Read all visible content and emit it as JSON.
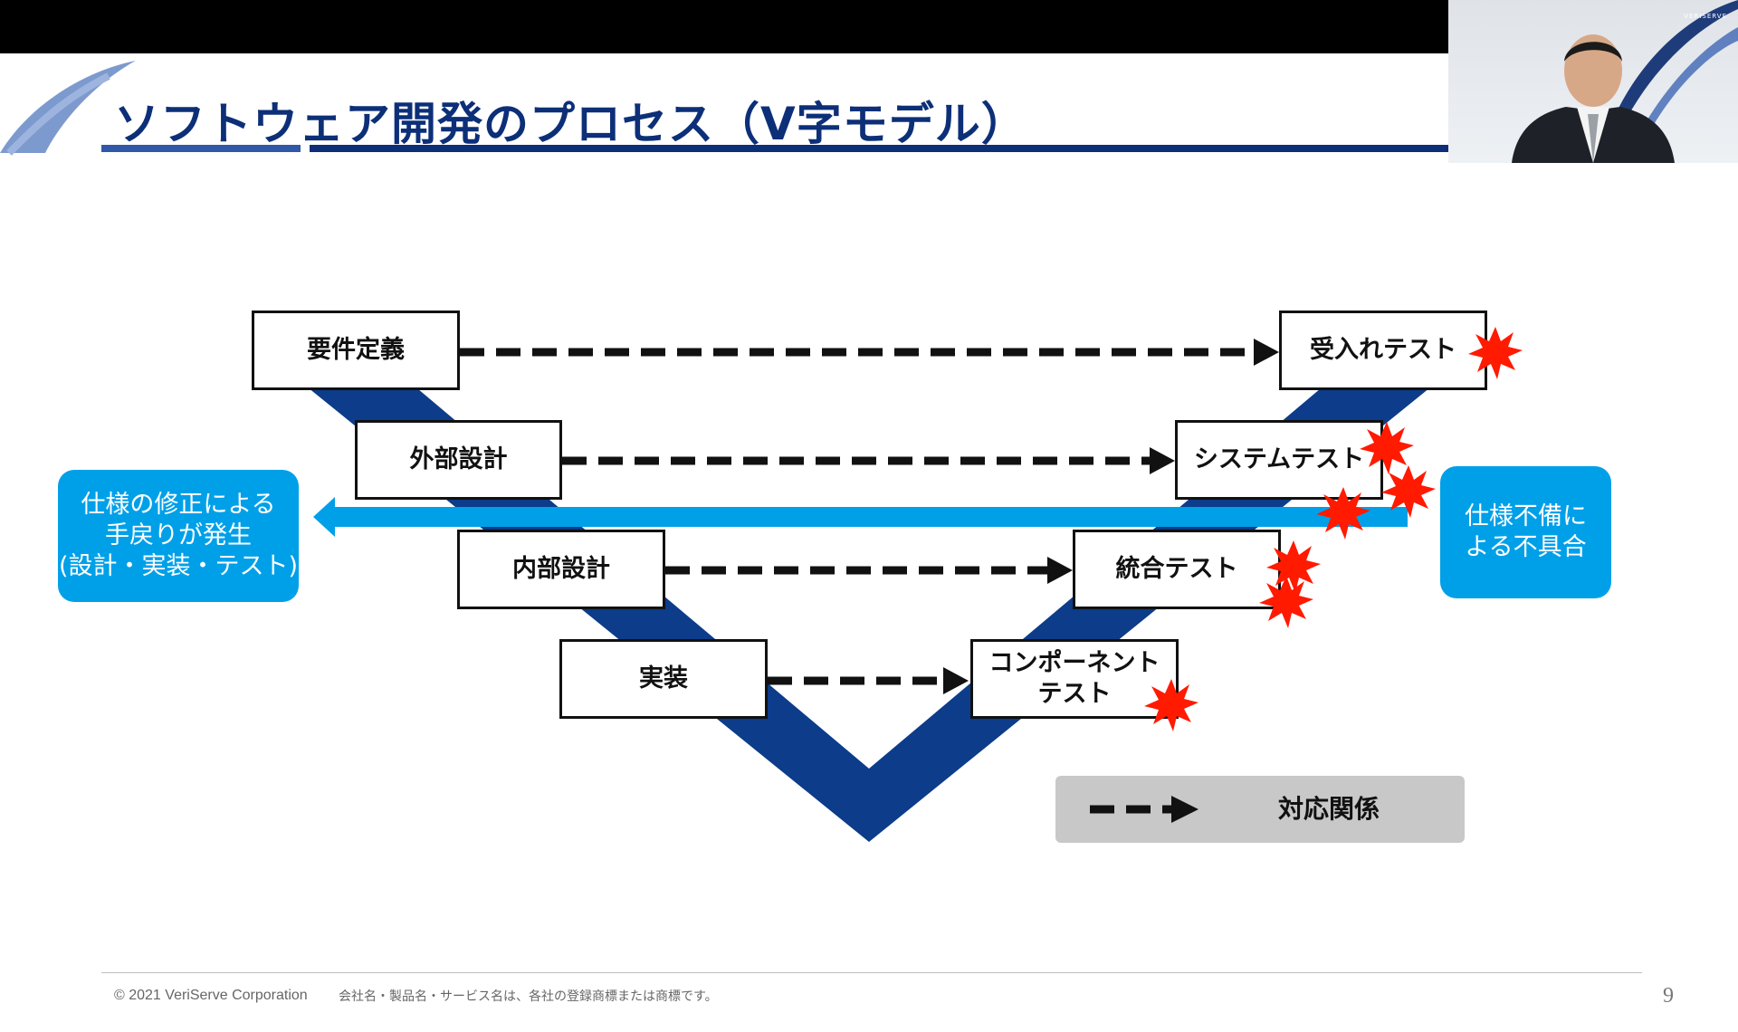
{
  "slide": {
    "title": "ソフトウェア開発のプロセス（V字モデル）",
    "left_steps": [
      "要件定義",
      "外部設計",
      "内部設計",
      "実装"
    ],
    "right_steps": [
      "受入れテスト",
      "システムテスト",
      "統合テスト",
      "コンポーネント\nテスト"
    ],
    "left_callout": "仕様の修正による\n手戻りが発生\n(設計・実装・テスト)",
    "right_callout": "仕様不備に\nよる不具合",
    "legend_label": "対応関係",
    "colors": {
      "v_shape": "#0c3c8a",
      "callout": "#00a0e9",
      "title": "#0c2f78",
      "burst": "#ff1a00"
    }
  },
  "footer": {
    "copyright": "© 2021 VeriServe Corporation",
    "trademark": "会社名・製品名・サービス名は、各社の登録商標または商標です。",
    "page_number": "9"
  },
  "video": {
    "logo": "VERISERVE"
  }
}
